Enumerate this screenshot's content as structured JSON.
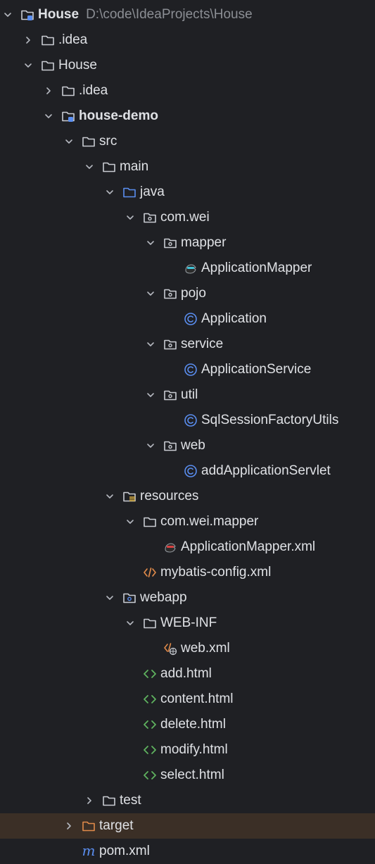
{
  "colors": {
    "background": "#1f2024",
    "text": "#dfe1e5",
    "path_text": "#8b8e94",
    "chevron": "#b4b8bf",
    "folder_outline": "#c9ccd2",
    "source_folder": "#5a8ef0",
    "class_icon": "#5a8ef0",
    "html_icon": "#5fb35f",
    "xml_icon": "#e08a4a",
    "excluded_folder": "#e08a4a",
    "selected_row": "#3b2f26",
    "maven_icon": "#5a8ef0"
  },
  "tree": [
    {
      "label": "House",
      "path": "D:\\code\\IdeaProjects\\House",
      "icon": "module-folder-icon",
      "level": 0,
      "expanded": true,
      "bold": true
    },
    {
      "label": ".idea",
      "icon": "folder-icon",
      "level": 1,
      "expanded": false
    },
    {
      "label": "House",
      "icon": "folder-icon",
      "level": 1,
      "expanded": true
    },
    {
      "label": ".idea",
      "icon": "folder-icon",
      "level": 2,
      "expanded": false
    },
    {
      "label": "house-demo",
      "icon": "module-folder-icon",
      "level": 2,
      "expanded": true,
      "bold": true
    },
    {
      "label": "src",
      "icon": "folder-icon",
      "level": 3,
      "expanded": true
    },
    {
      "label": "main",
      "icon": "folder-icon",
      "level": 4,
      "expanded": true
    },
    {
      "label": "java",
      "icon": "source-folder-icon",
      "level": 5,
      "expanded": true
    },
    {
      "label": "com.wei",
      "icon": "package-icon",
      "level": 6,
      "expanded": true
    },
    {
      "label": "mapper",
      "icon": "package-icon",
      "level": 7,
      "expanded": true
    },
    {
      "label": "ApplicationMapper",
      "icon": "mybatis-mapper-icon",
      "level": 8
    },
    {
      "label": "pojo",
      "icon": "package-icon",
      "level": 7,
      "expanded": true
    },
    {
      "label": "Application",
      "icon": "class-icon",
      "level": 8
    },
    {
      "label": "service",
      "icon": "package-icon",
      "level": 7,
      "expanded": true
    },
    {
      "label": "ApplicationService",
      "icon": "class-icon",
      "level": 8
    },
    {
      "label": "util",
      "icon": "package-icon",
      "level": 7,
      "expanded": true
    },
    {
      "label": "SqlSessionFactoryUtils",
      "icon": "class-icon",
      "level": 8
    },
    {
      "label": "web",
      "icon": "package-icon",
      "level": 7,
      "expanded": true
    },
    {
      "label": "addApplicationServlet",
      "icon": "class-icon",
      "level": 8
    },
    {
      "label": "resources",
      "icon": "resources-folder-icon",
      "level": 5,
      "expanded": true
    },
    {
      "label": "com.wei.mapper",
      "icon": "folder-icon",
      "level": 6,
      "expanded": true
    },
    {
      "label": "ApplicationMapper.xml",
      "icon": "mybatis-xml-icon",
      "level": 7
    },
    {
      "label": "mybatis-config.xml",
      "icon": "xml-icon",
      "level": 6
    },
    {
      "label": "webapp",
      "icon": "web-folder-icon",
      "level": 5,
      "expanded": true
    },
    {
      "label": "WEB-INF",
      "icon": "folder-icon",
      "level": 6,
      "expanded": true
    },
    {
      "label": "web.xml",
      "icon": "web-xml-icon",
      "level": 7
    },
    {
      "label": "add.html",
      "icon": "html-icon",
      "level": 6
    },
    {
      "label": "content.html",
      "icon": "html-icon",
      "level": 6
    },
    {
      "label": "delete.html",
      "icon": "html-icon",
      "level": 6
    },
    {
      "label": "modify.html",
      "icon": "html-icon",
      "level": 6
    },
    {
      "label": "select.html",
      "icon": "html-icon",
      "level": 6
    },
    {
      "label": "test",
      "icon": "folder-icon",
      "level": 4,
      "expanded": false
    },
    {
      "label": "target",
      "icon": "excluded-folder-icon",
      "level": 3,
      "expanded": false,
      "selected": true
    },
    {
      "label": "pom.xml",
      "icon": "maven-icon",
      "level": 3
    }
  ]
}
